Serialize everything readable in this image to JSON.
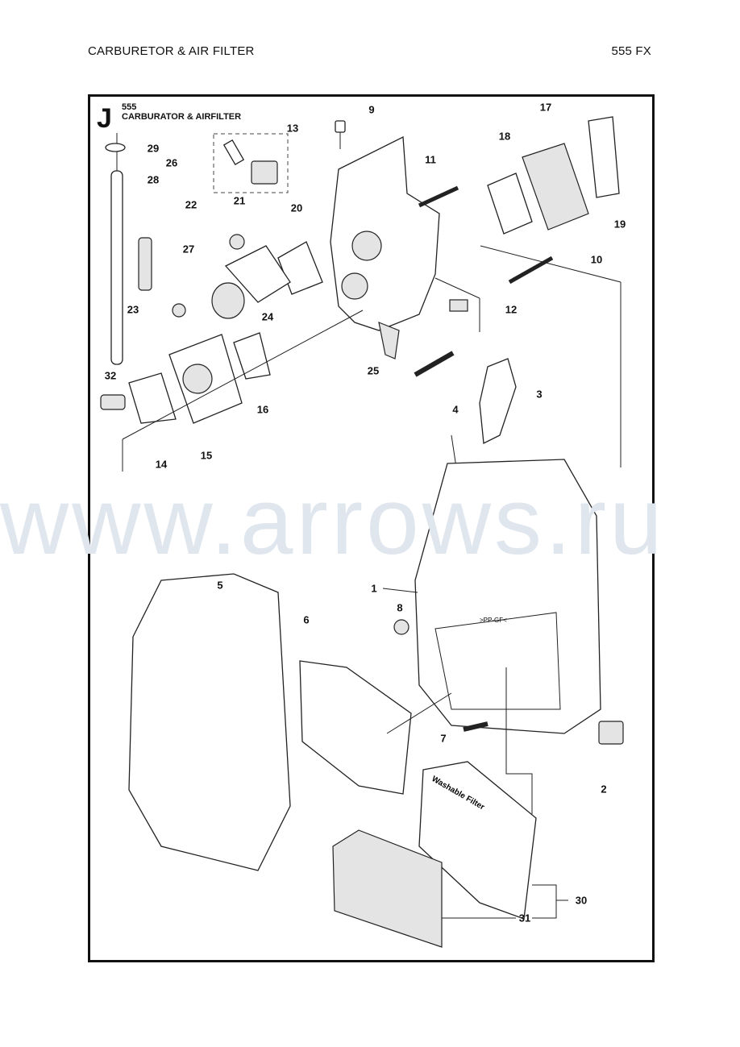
{
  "header": {
    "section": "CARBURETOR & AIR FILTER",
    "model": "555 FX"
  },
  "diagram": {
    "letter": "J",
    "model": "555",
    "title": "CARBURATOR & AIRFILTER",
    "filter_text": "Washable Filter",
    "housing_marking": ">PP-GF<",
    "labels": [
      "1",
      "2",
      "3",
      "4",
      "5",
      "6",
      "7",
      "8",
      "9",
      "10",
      "11",
      "12",
      "13",
      "14",
      "15",
      "16",
      "17",
      "18",
      "19",
      "20",
      "21",
      "22",
      "23",
      "24",
      "25",
      "26",
      "27",
      "28",
      "29",
      "30",
      "31",
      "32"
    ]
  },
  "watermark": "www.arrows.ru"
}
